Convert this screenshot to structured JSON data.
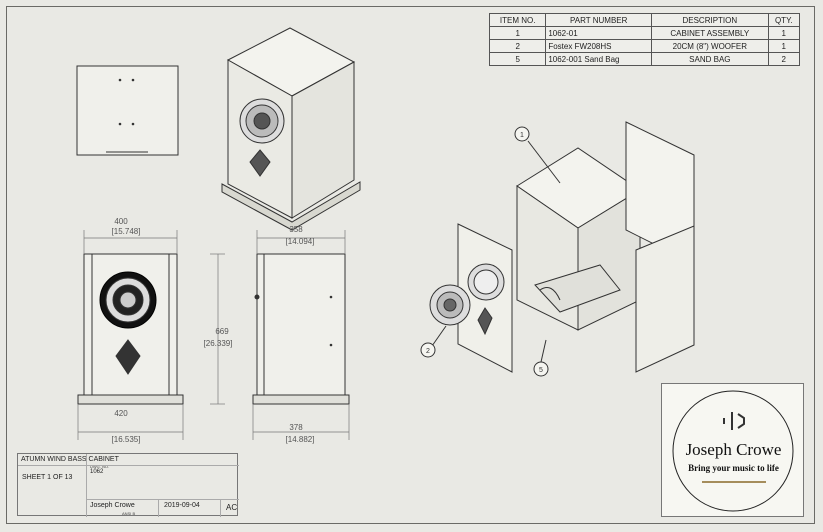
{
  "bom": {
    "headers": [
      "ITEM NO.",
      "PART NUMBER",
      "DESCRIPTION",
      "QTY."
    ],
    "rows": [
      {
        "item": "1",
        "part": "1062-01",
        "desc": "CABINET ASSEMBLY",
        "qty": "1"
      },
      {
        "item": "2",
        "part": "Fostex FW208HS",
        "desc": "20CM (8\") WOOFER",
        "qty": "1"
      },
      {
        "item": "5",
        "part": "1062-001 Sand Bag",
        "desc": "SAND BAG",
        "qty": "2"
      }
    ]
  },
  "dimensions": {
    "front_width": "400",
    "front_width_in": "[15.748]",
    "base_width": "420",
    "base_width_in": "[16.535]",
    "height": "669",
    "height_in": "[26.339]",
    "side_depth": "358",
    "side_depth_in": "[14.094]",
    "side_base_depth": "378",
    "side_base_depth_in": "[14.882]"
  },
  "callouts": {
    "c1": "1",
    "c2": "2",
    "c5": "5"
  },
  "title_block": {
    "name": "ATUMN WIND BASS CABINET",
    "sheet": "SHEET 1 OF 13",
    "dwg_no_label": "DWG. NO.",
    "dwg_no": "1062",
    "author": "Joseph Crowe",
    "date": "2019-09-04",
    "rev": "AC",
    "standard": "ANSI B"
  },
  "logo": {
    "name": "Joseph Crowe",
    "tagline": "Bring your music to life"
  },
  "colors": {
    "paper": "#e9e9e4",
    "line": "#333333",
    "speaker": "#222222"
  }
}
